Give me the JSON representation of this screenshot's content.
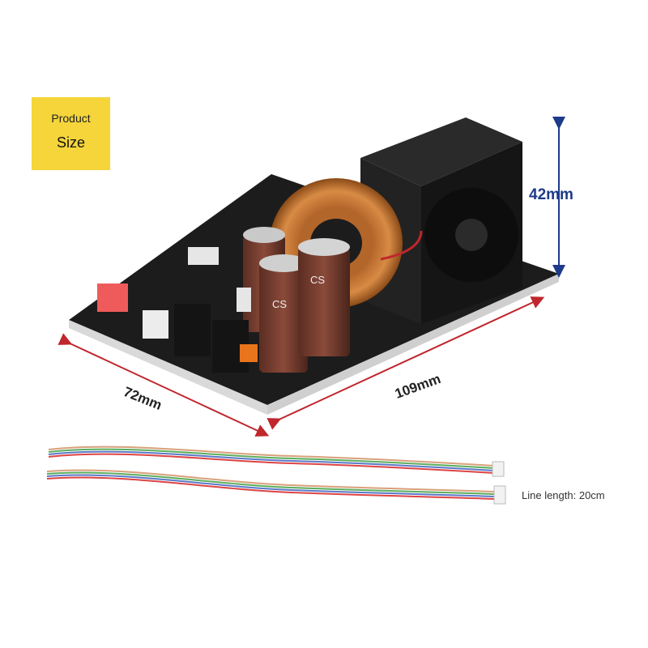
{
  "badge": {
    "line1": "Product",
    "line2": "Size"
  },
  "dimensions": {
    "height": "42mm",
    "width": "72mm",
    "length": "109mm"
  },
  "cable": {
    "note": "Line length: 20cm"
  },
  "capacitor": {
    "label": "CS"
  },
  "colors": {
    "badge": "#f5d53a",
    "height_arrow": "#1e3a8a",
    "length_arrows": "#c0262d",
    "board": "#1c1c1c"
  }
}
